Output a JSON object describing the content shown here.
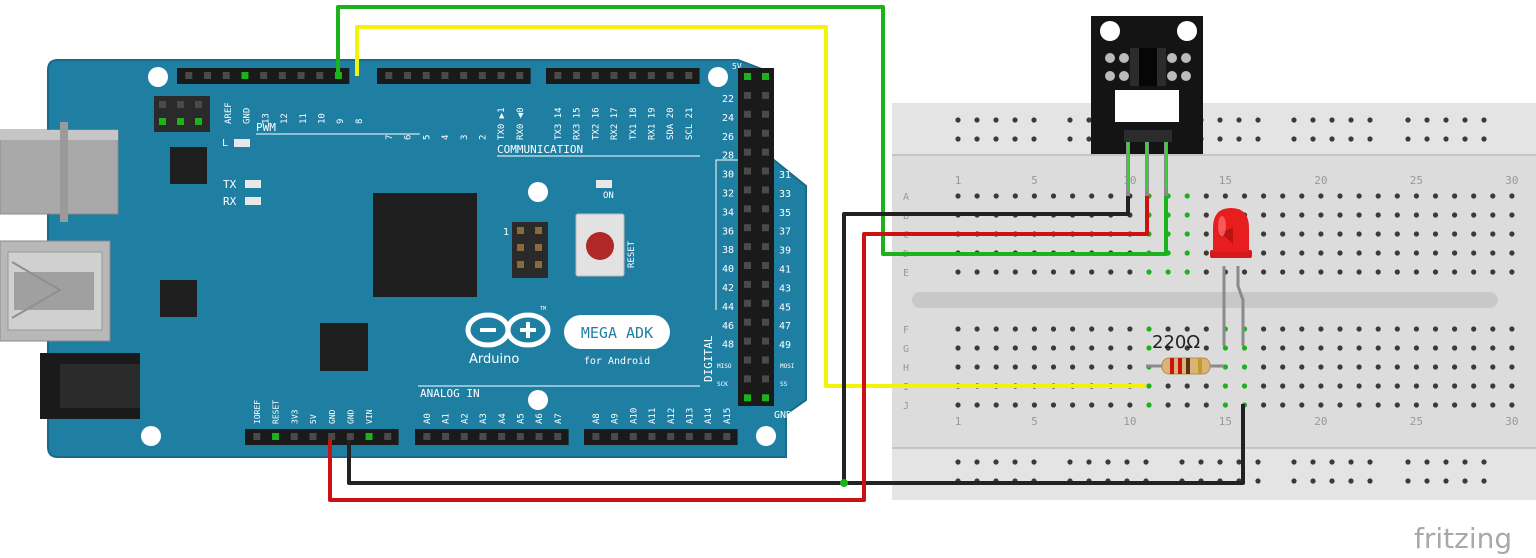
{
  "board": {
    "logo_text": "Arduino",
    "model": "MEGA ADK",
    "model_sub": "for Android",
    "tm": "TM",
    "pwm": "PWM",
    "communication": "COMMUNICATION",
    "analog_in": "ANALOG IN",
    "digital": "DIGITAL",
    "on": "ON",
    "reset": "RESET",
    "tx": "TX",
    "rx": "RX",
    "l": "L",
    "five_v_top": "5V",
    "gnd_bottom": "GND",
    "icsp_one": "1",
    "miso": "MISO",
    "mosi": "MOSI",
    "sck": "SCK",
    "ss": "SS",
    "top_left_labels": [
      "AREF",
      "GND",
      "13",
      "12",
      "11",
      "10",
      "9",
      "8"
    ],
    "top_mid_labels": [
      "7",
      "6",
      "5",
      "4",
      "3",
      "2",
      "TX0 ▶1",
      "RX0 ◀0"
    ],
    "top_right_labels": [
      "TX3 14",
      "RX3 15",
      "TX2 16",
      "RX2 17",
      "TX1 18",
      "RX1 19",
      "SDA 20",
      "SCL 21"
    ],
    "power_labels": [
      "IOREF",
      "RESET",
      "3V3",
      "5V",
      "GND",
      "GND",
      "VIN"
    ],
    "analog_left_labels": [
      "A0",
      "A1",
      "A2",
      "A3",
      "A4",
      "A5",
      "A6",
      "A7"
    ],
    "analog_right_labels": [
      "A8",
      "A9",
      "A10",
      "A11",
      "A12",
      "A13",
      "A14",
      "A15"
    ],
    "digital_left_labels": [
      "22",
      "24",
      "26",
      "28",
      "30",
      "32",
      "34",
      "36",
      "38",
      "40",
      "42",
      "44",
      "46",
      "48"
    ],
    "digital_right_labels": [
      "31",
      "33",
      "35",
      "37",
      "39",
      "41",
      "43",
      "45",
      "47",
      "49"
    ]
  },
  "breadboard": {
    "row_letters_top": [
      "A",
      "B",
      "C",
      "D",
      "E"
    ],
    "row_letters_bottom": [
      "F",
      "G",
      "H",
      "I",
      "J"
    ],
    "column_numbers": [
      "1",
      "5",
      "10",
      "15",
      "20",
      "25",
      "30"
    ]
  },
  "resistor": {
    "value_label": "220Ω"
  },
  "watermark": "fritzing",
  "colors": {
    "board": "#1f7fa3",
    "wire_green": "#1bb21b",
    "wire_yellow": "#f2f20a",
    "wire_red": "#cc1111",
    "wire_black": "#222222",
    "led": "#e81e1e",
    "breadboard": "#dcdcdc"
  }
}
